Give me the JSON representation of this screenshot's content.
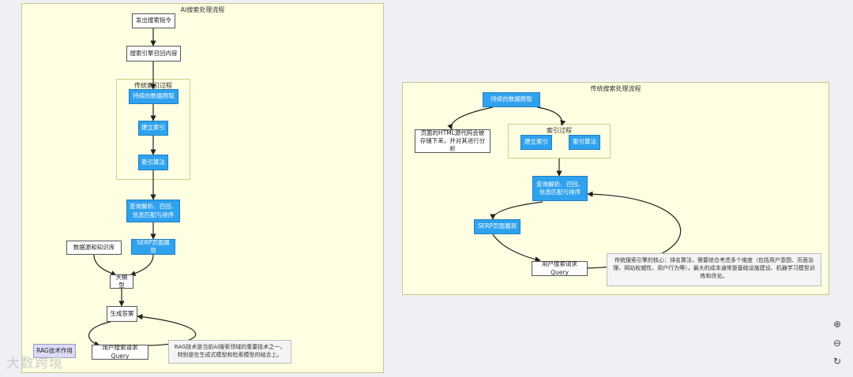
{
  "diagram_left": {
    "title": "AI搜索处理流程",
    "cluster_title": "传统索引过程",
    "nodes": {
      "issue_cmd": "发出搜索指令",
      "recall": "搜索引擎召回内容",
      "crawl": "持续的数据爬取",
      "build_index": "建立索引",
      "index_algo": "索引算法",
      "query_parse": "查询解析、召回、信息匹配与排序",
      "serp": "SERP页面展现",
      "datasource": "数据源和知识库",
      "llm": "大模型",
      "generate": "生成答案",
      "rag": "RAG技术作用",
      "user_query": "用户搜索请求Query"
    },
    "note": "RAG技术是当前AI搜索领域的重要技术之一，特别是在生成式模型和检索模型的结合上。"
  },
  "diagram_right": {
    "title": "传统搜索处理流程",
    "cluster_title": "索引过程",
    "nodes": {
      "crawl": "持续的数据爬取",
      "html_store": "页面的HTML源代码会被存储下来，并对其进行分析",
      "build_index": "建立索引",
      "index_algo": "索引算法",
      "query_parse": "查询解析、召回、信息匹配与排序",
      "serp": "SERP页面展现",
      "user_query": "用户搜索请求Query"
    },
    "note": "传统搜索引擎的核心：排名算法，需要综合考虑多个维度（包括用户意图、页面治理、网站权威性、用户行为等），最大的成本通常是基础设施建设、机器学习模型训练和优化。"
  },
  "controls": {
    "zoom_in_icon": "⊕",
    "zoom_out_icon": "⊖",
    "reset_icon": "↻"
  },
  "watermark": "大数跨境",
  "colors": {
    "panel_bg": "#fefee2",
    "blue_node": "#2fa2ee",
    "lavender_node": "#dcdcf6"
  }
}
